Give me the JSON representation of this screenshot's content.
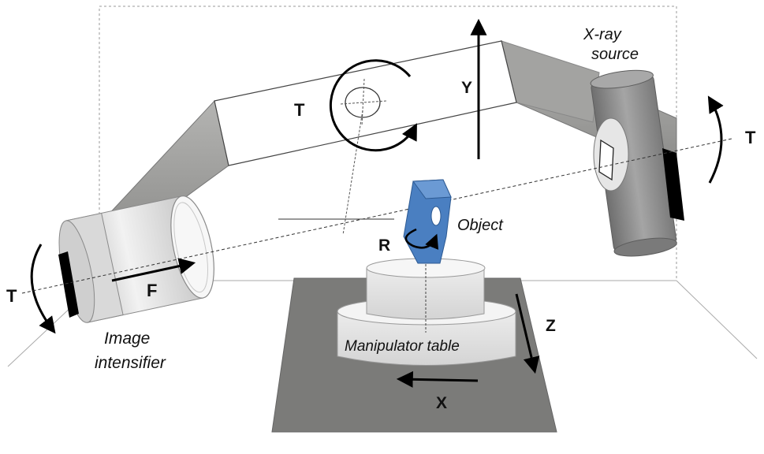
{
  "labels": {
    "xray_line1": "X-ray",
    "xray_line2": "source",
    "object": "Object",
    "intensifier_line1": "Image",
    "intensifier_line2": "intensifier",
    "manipulator": "Manipulator table",
    "axis_y": "Y",
    "axis_x": "X",
    "axis_z": "Z",
    "axis_f": "F",
    "axis_r": "R",
    "rot_t_top": "T",
    "rot_t_right": "T",
    "rot_t_left": "T"
  },
  "colors": {
    "object_blue": "#4a7fc1",
    "arm_gray": "#9d9d9b",
    "table_gray": "#7b7b79",
    "cylinder_light": "#e3e3e3",
    "xray_gray": "#8f8f8f"
  }
}
